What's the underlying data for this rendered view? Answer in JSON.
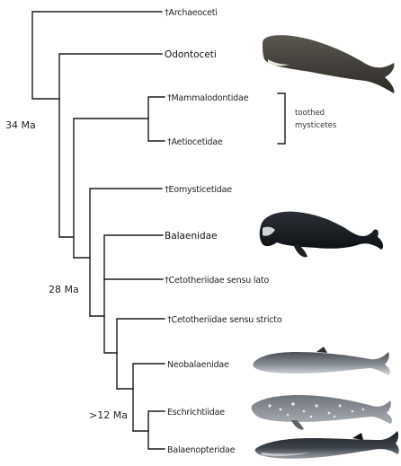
{
  "taxa": [
    {
      "id": "t1",
      "label": "†Archaeoceti"
    },
    {
      "id": "t2",
      "label": "Odontoceti"
    },
    {
      "id": "t3",
      "label": "†Mammalodontidae"
    },
    {
      "id": "t4",
      "label": "†Aetiocetidae"
    },
    {
      "id": "t5",
      "label": "†Eomysticetidae"
    },
    {
      "id": "t6",
      "label": "Balaenidae"
    },
    {
      "id": "t7",
      "label": "†Cetotheriidae sensu lato"
    },
    {
      "id": "t8",
      "label": "†Cetotheriidae sensu stricto"
    },
    {
      "id": "t9",
      "label": "Neobalaenidae"
    },
    {
      "id": "t10",
      "label": "Eschrichtiidae"
    },
    {
      "id": "t11",
      "label": "Balaenopteridae"
    }
  ],
  "ages": {
    "root": "34 Ma",
    "mid": "28 Ma",
    "crown": ">12 Ma"
  },
  "bracket_note": [
    "toothed",
    "mysticetes"
  ],
  "whale_icons": {
    "sperm": "sperm-whale-icon",
    "right": "right-whale-icon",
    "pygmy_right": "pygmy-right-whale-icon",
    "gray": "gray-whale-icon",
    "rorqual": "rorqual-whale-icon"
  }
}
